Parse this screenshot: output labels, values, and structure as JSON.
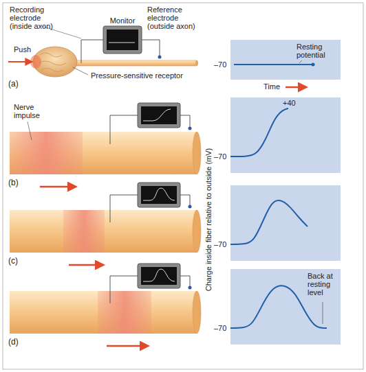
{
  "diagram": {
    "nodes": [
      {
        "text": [
          "–70",
          "Resting potential",
          "Time"
        ]
      },
      {
        "text": [
          "+40",
          "–70"
        ]
      },
      {
        "text": [
          "–70"
        ]
      },
      {
        "text": [
          "–70",
          "Back at resting level"
        ]
      }
    ],
    "labels": [
      "Recording electrode (inside axon)",
      "Monitor",
      "Reference electrode (outside axon)",
      "Push",
      "Pressure-sensitive receptor",
      "(a)",
      "Nerve impulse",
      "(b)",
      "Charge inside fiber relative to outside (mV)",
      "(c)",
      "(d)"
    ]
  }
}
